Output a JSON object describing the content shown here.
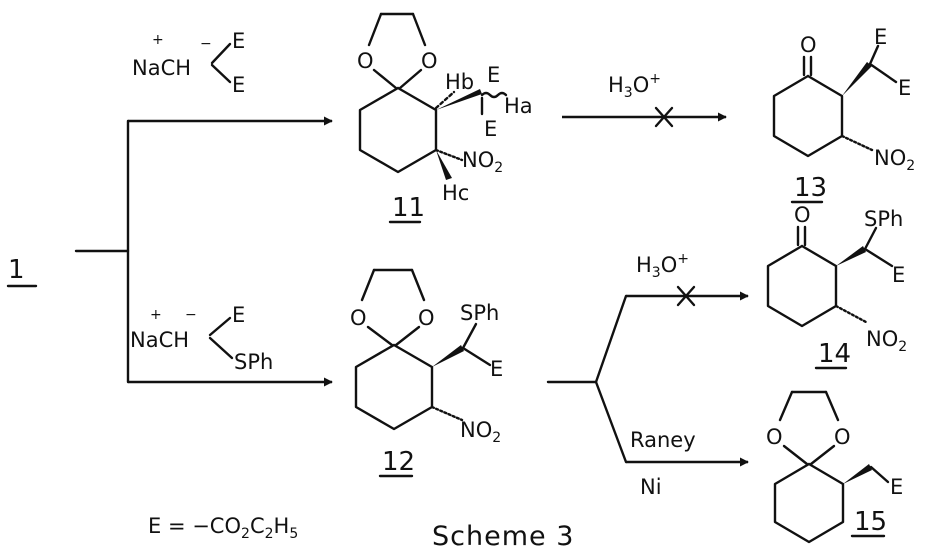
{
  "scheme": {
    "caption": "Scheme 3",
    "definition": {
      "prefix": "E = −CO",
      "s1": "2",
      "mid": "C",
      "s2": "2",
      "end": "H",
      "s3": "5"
    },
    "start_compound": "1",
    "reagent_top": {
      "charge_plus": "+",
      "charge_minus": "−",
      "formula": "NaCH",
      "sub1": "E",
      "sub2": "E"
    },
    "reagent_bottom": {
      "charge_plus": "+",
      "charge_minus": "−",
      "formula": "NaCH",
      "sub1": "E",
      "sub2": "SPh"
    },
    "acid": {
      "main": "H",
      "sub": "3",
      "rest": "O",
      "sup": "+"
    },
    "raney": {
      "line1": "Raney",
      "line2": "Ni"
    },
    "atoms": {
      "O": "O",
      "E": "E",
      "SPh": "SPh",
      "Hb": "Hb",
      "Ha": "Ha",
      "Hc": "Hc",
      "NO": "NO",
      "two": "2"
    },
    "compounds": {
      "c11": "11",
      "c12": "12",
      "c13": "13",
      "c14": "14",
      "c15": "15"
    }
  }
}
